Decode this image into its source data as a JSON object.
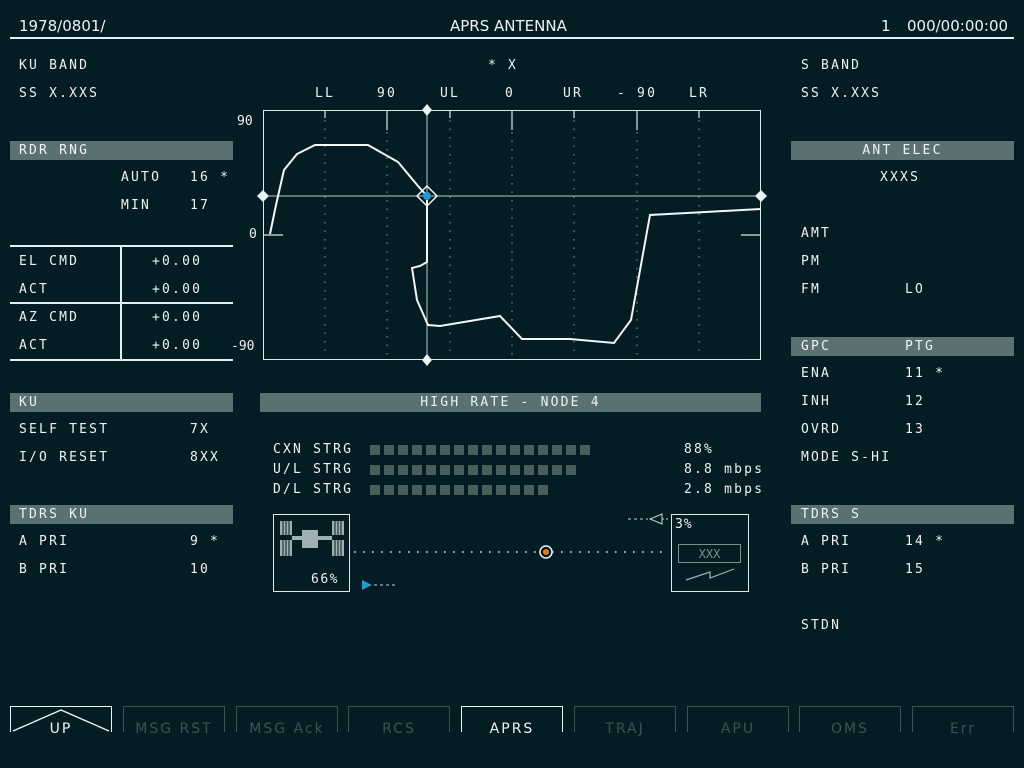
{
  "header": {
    "id": "1978/0801/",
    "title": "APRS ANTENNA",
    "page": "1",
    "time": "000/00:00:00"
  },
  "left": {
    "ku_band": "KU BAND",
    "ss": "SS X.XXS",
    "rdr_rng": "RDR RNG",
    "auto_label": "AUTO",
    "auto_val": "16 *",
    "min_label": "MIN",
    "min_val": "17",
    "el_cmd": "EL CMD",
    "el_cmd_val": "+0.00",
    "el_act": "ACT",
    "el_act_val": "+0.00",
    "az_cmd": "AZ CMD",
    "az_cmd_val": "+0.00",
    "az_act": "ACT",
    "az_act_val": "+0.00",
    "ku": "KU",
    "self_test": "SELF TEST",
    "self_test_val": "7X",
    "io_reset": "I/O RESET",
    "io_reset_val": "8XX",
    "tdrs_ku": "TDRS KU",
    "a_pri": "A PRI",
    "a_pri_val": "9 *",
    "b_pri": "B PRI",
    "b_pri_val": "10"
  },
  "center": {
    "marker": "* X",
    "axis_labels": [
      "LL",
      "90",
      "UL",
      "0",
      "UR",
      "- 90",
      "LR"
    ],
    "y_top": "90",
    "y_mid": "0",
    "y_bot": "-90",
    "link_title": "HIGH RATE - NODE 4",
    "cxn_label": "CXN STRG",
    "cxn_val": "88%",
    "ul_label": "U/L STRG",
    "ul_val": "8.8 mbps",
    "dl_label": "D/L STRG",
    "dl_val": "2.8 mbps",
    "left_pct": "66%",
    "right_pct": "3%",
    "right_box": "XXX"
  },
  "right": {
    "s_band": "S BAND",
    "ss": "SS X.XXS",
    "ant_elec": "ANT ELEC",
    "xxxs": "XXXS",
    "amt": "AMT",
    "pm": "PM",
    "fm": "FM",
    "fm_val": "LO",
    "gpc": "GPC",
    "ptg": "PTG",
    "ena": "ENA",
    "ena_val": "11 *",
    "inh": "INH",
    "inh_val": "12",
    "ovrd": "OVRD",
    "ovrd_val": "13",
    "mode": "MODE S-HI",
    "tdrs_s": "TDRS S",
    "a_pri": "A PRI",
    "a_pri_val": "14 *",
    "b_pri": "B PRI",
    "b_pri_val": "15",
    "stdn": "STDN"
  },
  "tabs": [
    "UP",
    "MSG RST",
    "MSG Ack",
    "RCS",
    "APRS",
    "TRAJ",
    "APU",
    "OMS",
    "Err"
  ],
  "active_tab": "APRS",
  "signal": {
    "cxn_fraction": 0.88,
    "ul_bars": 15,
    "dl_bars": 13,
    "cxn_bars": 16
  },
  "colors": {
    "background": "#041c24",
    "panel_header": "#5b7171",
    "text": "#eef3f3",
    "accent_blue": "#1f9ad6",
    "accent_orange": "#e07a1f"
  }
}
